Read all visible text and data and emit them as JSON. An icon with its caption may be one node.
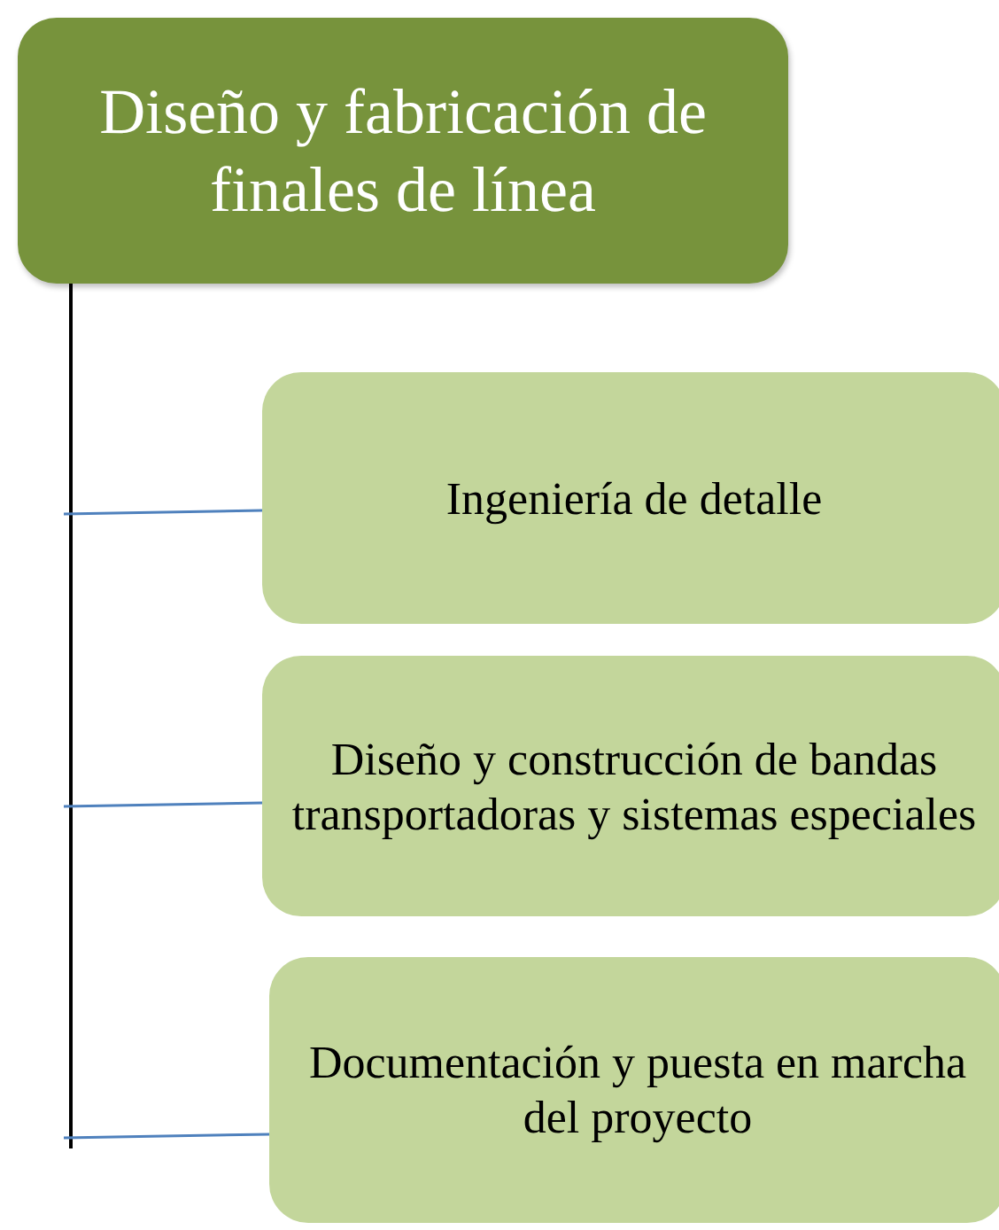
{
  "diagram": {
    "nodes": [
      {
        "text": [
          "Diseño y fabricación de finales de línea"
        ]
      },
      {
        "text": [
          "Ingeniería de detalle"
        ]
      },
      {
        "text": [
          "Diseño y construcción de bandas transportadoras y sistemas especiales"
        ]
      },
      {
        "text": [
          "Documentación y puesta en marcha del proyecto"
        ]
      }
    ],
    "edges": [
      {
        "from": 0,
        "to": 1,
        "arrow": "none"
      },
      {
        "from": 0,
        "to": 2,
        "arrow": "none"
      },
      {
        "from": 0,
        "to": 3,
        "arrow": "none"
      }
    ]
  }
}
